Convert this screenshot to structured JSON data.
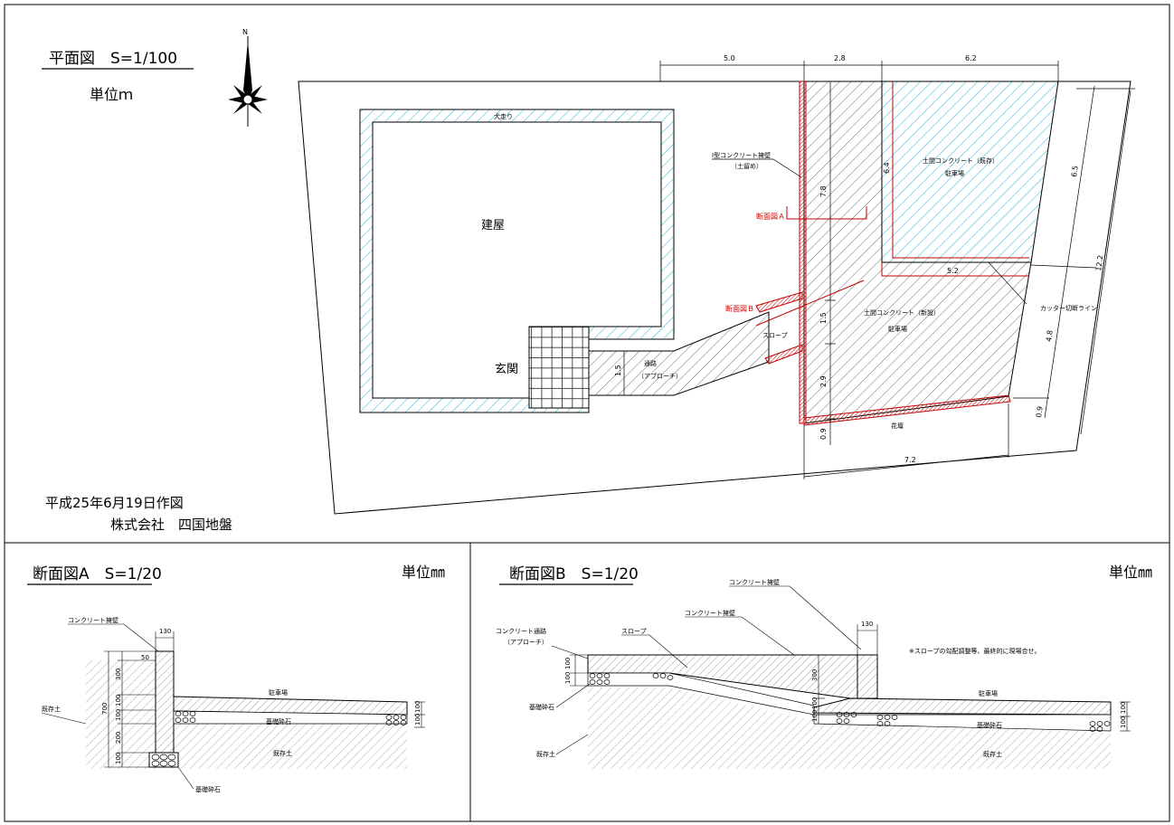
{
  "plan": {
    "title": "平面図　S=1/100",
    "unit": "単位ｍ",
    "north": "N",
    "labels": {
      "building": "建屋",
      "entrance": "玄関",
      "eaves": "犬走り",
      "block_wall": "Ⅰ型コンクリート擁壁",
      "block_wall_sub": "（土留め）",
      "section_a": "断面図Ａ",
      "section_b": "断面図Ｂ",
      "existing_conc": "土間コンクリート（既存）",
      "existing_conc_sub": "駐車場",
      "new_conc": "土間コンクリート（新設）",
      "new_conc_sub": "駐車場",
      "approach": "通路",
      "approach_sub": "（アプローチ）",
      "slope": "スロープ",
      "cutter": "カッター切断ライン",
      "flowerbed": "花壇"
    },
    "dims": {
      "top_a": "5.0",
      "top_b": "2.8",
      "top_c": "6.2",
      "v_a": "7.8",
      "v_b": "1.5",
      "v_c": "2.9",
      "v_d": "0.9",
      "v_e": "6.4",
      "path_w": "1.5",
      "inner_w": "5.2",
      "right_a": "6.5",
      "right_b": "12.2",
      "right_c": "4.8",
      "right_d": "0.9",
      "bottom": "7.2"
    },
    "footer_date": "平成25年6月19日作図",
    "footer_company": "株式会社　四国地盤"
  },
  "section_a": {
    "title": "断面図A　S=1/20",
    "unit": "単位㎜",
    "labels": {
      "wall": "コンクリート擁壁",
      "existing_soil": "既存土",
      "parking": "駐車場",
      "base": "基礎砕石",
      "soil": "既存土",
      "footing": "基礎砕石"
    },
    "dims": {
      "wall_w": "130",
      "top": "50",
      "h1": "300",
      "total": "700",
      "h2": "100",
      "h3": "100",
      "h4": "200",
      "h5": "100",
      "r1": "100",
      "r2": "100"
    }
  },
  "section_b": {
    "title": "断面図B　S=1/20",
    "unit": "単位㎜",
    "note": "※スロープの勾配調整等、最終的に現場合せ。",
    "labels": {
      "wall_top": "コンクリート擁壁",
      "wall": "コンクリート擁壁",
      "slope": "スロープ",
      "approach": "コンクリート通路",
      "approach_sub": "（アプローチ）",
      "base_l": "基礎砕石",
      "soil_l": "既存土",
      "parking": "駐車場",
      "base": "基礎砕石",
      "soil": "既存土"
    },
    "dims": {
      "wall_w": "130",
      "h1": "300",
      "l1": "100",
      "l2": "100",
      "m1": "100",
      "m2": "100",
      "r1": "100",
      "r2": "100"
    }
  }
}
